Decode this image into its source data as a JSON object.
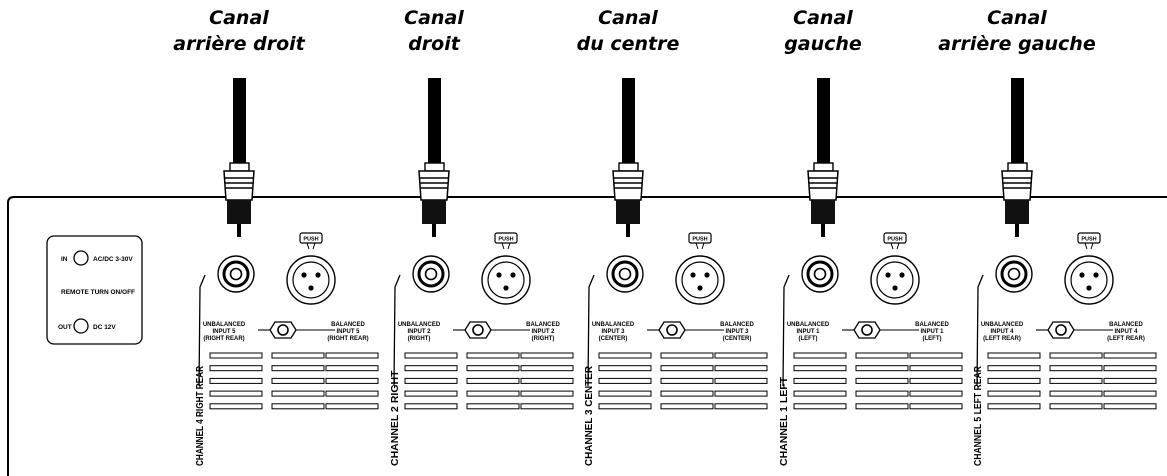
{
  "remote_panel": {
    "in_label": "IN",
    "in_spec": "AC/DC 3-30V",
    "title": "REMOTE TURN ON/OFF",
    "out_label": "OUT",
    "out_spec": "DC 12V"
  },
  "push_label": "PUSH",
  "channels": [
    {
      "title_line1": "Canal",
      "title_line2": "arrière droit",
      "unbal": [
        "UNBALANCED",
        "INPUT 5",
        "(RIGHT REAR)"
      ],
      "bal": [
        "BALANCED",
        "INPUT 5",
        "(RIGHT REAR)"
      ],
      "vertical_label": "CHANNEL 4 RIGHT REAR"
    },
    {
      "title_line1": "Canal",
      "title_line2": "droit",
      "unbal": [
        "UNBALANCED",
        "INPUT 2",
        "(RIGHT)"
      ],
      "bal": [
        "BALANCED",
        "INPUT 2",
        "(RIGHT)"
      ],
      "vertical_label": "CHANNEL 2 RIGHT"
    },
    {
      "title_line1": "Canal",
      "title_line2": "du centre",
      "unbal": [
        "UNBALANCED",
        "INPUT 3",
        "(CENTER)"
      ],
      "bal": [
        "BALANCED",
        "INPUT 3",
        "(CENTER)"
      ],
      "vertical_label": "CHANNEL 3 CENTER"
    },
    {
      "title_line1": "Canal",
      "title_line2": "gauche",
      "unbal": [
        "UNBALANCED",
        "INPUT 1",
        "(LEFT)"
      ],
      "bal": [
        "BALANCED",
        "INPUT 1",
        "(LEFT)"
      ],
      "vertical_label": "CHANNEL 1 LEFT"
    },
    {
      "title_line1": "Canal",
      "title_line2": "arrière gauche",
      "unbal": [
        "UNBALANCED",
        "INPUT 4",
        "(LEFT REAR)"
      ],
      "bal": [
        "BALANCED",
        "INPUT 4",
        "(LEFT REAR)"
      ],
      "vertical_label": "CHANNEL 5 LEFT REAR"
    }
  ]
}
